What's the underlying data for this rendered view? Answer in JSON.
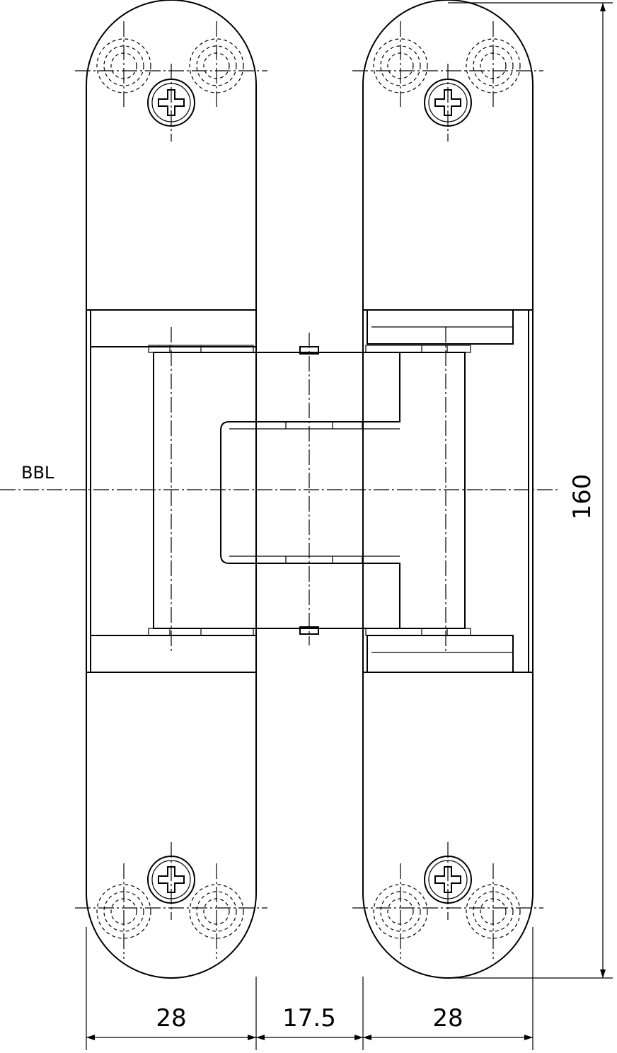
{
  "labels": {
    "bbl": "BBL"
  },
  "dimensions": {
    "overall_height": "160",
    "left_leaf_width": "28",
    "gap_width": "17.5",
    "right_leaf_width": "28"
  },
  "colors": {
    "line": "#000000",
    "background": "#ffffff"
  }
}
